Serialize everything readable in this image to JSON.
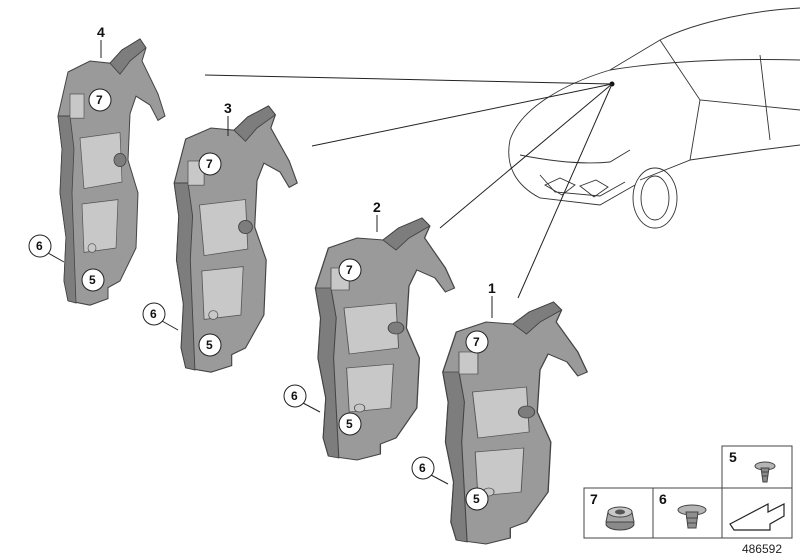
{
  "callouts": {
    "part1": "1",
    "part2": "2",
    "part3": "3",
    "part4": "4",
    "item5": "5",
    "item6": "6",
    "item7": "7"
  },
  "legend": {
    "item5": "5",
    "item6": "6",
    "item7": "7"
  },
  "diagram_number": "486592"
}
